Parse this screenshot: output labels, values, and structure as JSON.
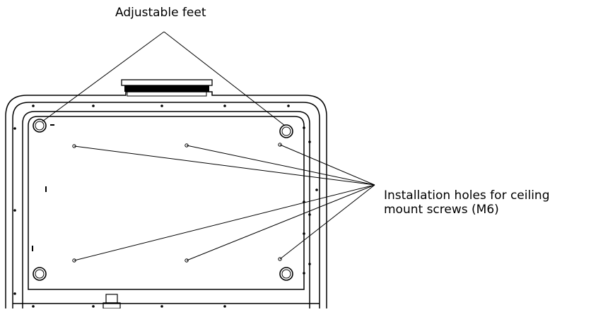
{
  "labels": {
    "feet": "Adjustable feet",
    "holes_line1": "Installation holes for ceiling",
    "holes_line2": "mount screws (M6)"
  },
  "colors": {
    "stroke": "#000000",
    "background": "#ffffff"
  },
  "parts": {
    "adjustable_feet_count": 4,
    "installation_holes_count": 6
  }
}
